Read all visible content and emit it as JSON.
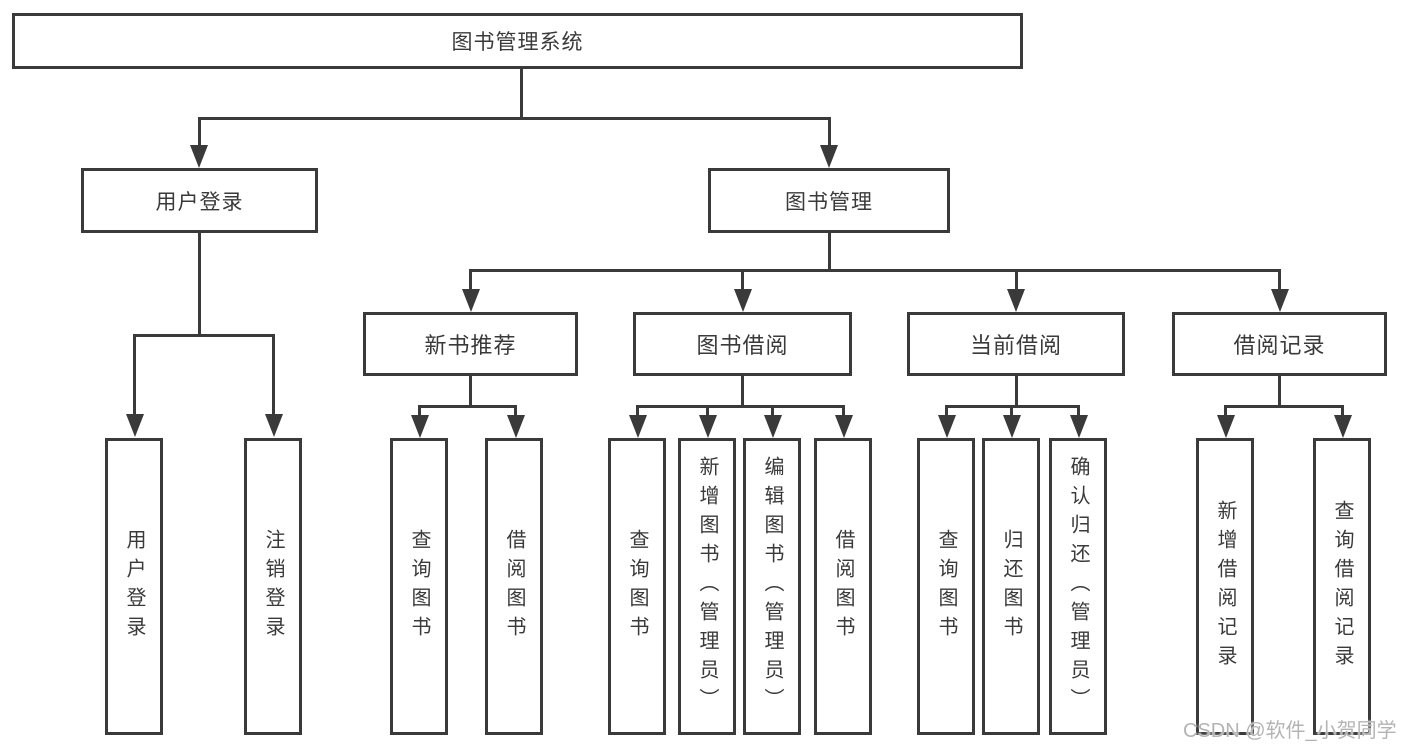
{
  "diagram": {
    "root": {
      "label": "图书管理系统"
    },
    "user_login": {
      "label": "用户登录",
      "children": {
        "login": "用户登录",
        "logout": "注销登录"
      }
    },
    "book_mgmt": {
      "label": "图书管理",
      "new_book": {
        "label": "新书推荐",
        "children": {
          "query": "查询图书",
          "borrow": "借阅图书"
        }
      },
      "borrowing": {
        "label": "图书借阅",
        "children": {
          "query": "查询图书",
          "add": "新增图书（管理员）",
          "edit": "编辑图书（管理员）",
          "borrow": "借阅图书"
        }
      },
      "current": {
        "label": "当前借阅",
        "children": {
          "query": "查询图书",
          "return": "归还图书",
          "confirm": "确认归还（管理员）"
        }
      },
      "records": {
        "label": "借阅记录",
        "children": {
          "add": "新增借阅记录",
          "query": "查询借阅记录"
        }
      }
    }
  },
  "watermark": {
    "text": "CSDN @软件_小贺同学"
  },
  "colors": {
    "line": "#3a3a3a",
    "text": "#3a3a3a",
    "box_background": "#ffffff",
    "watermark": "#b4b4b4"
  }
}
